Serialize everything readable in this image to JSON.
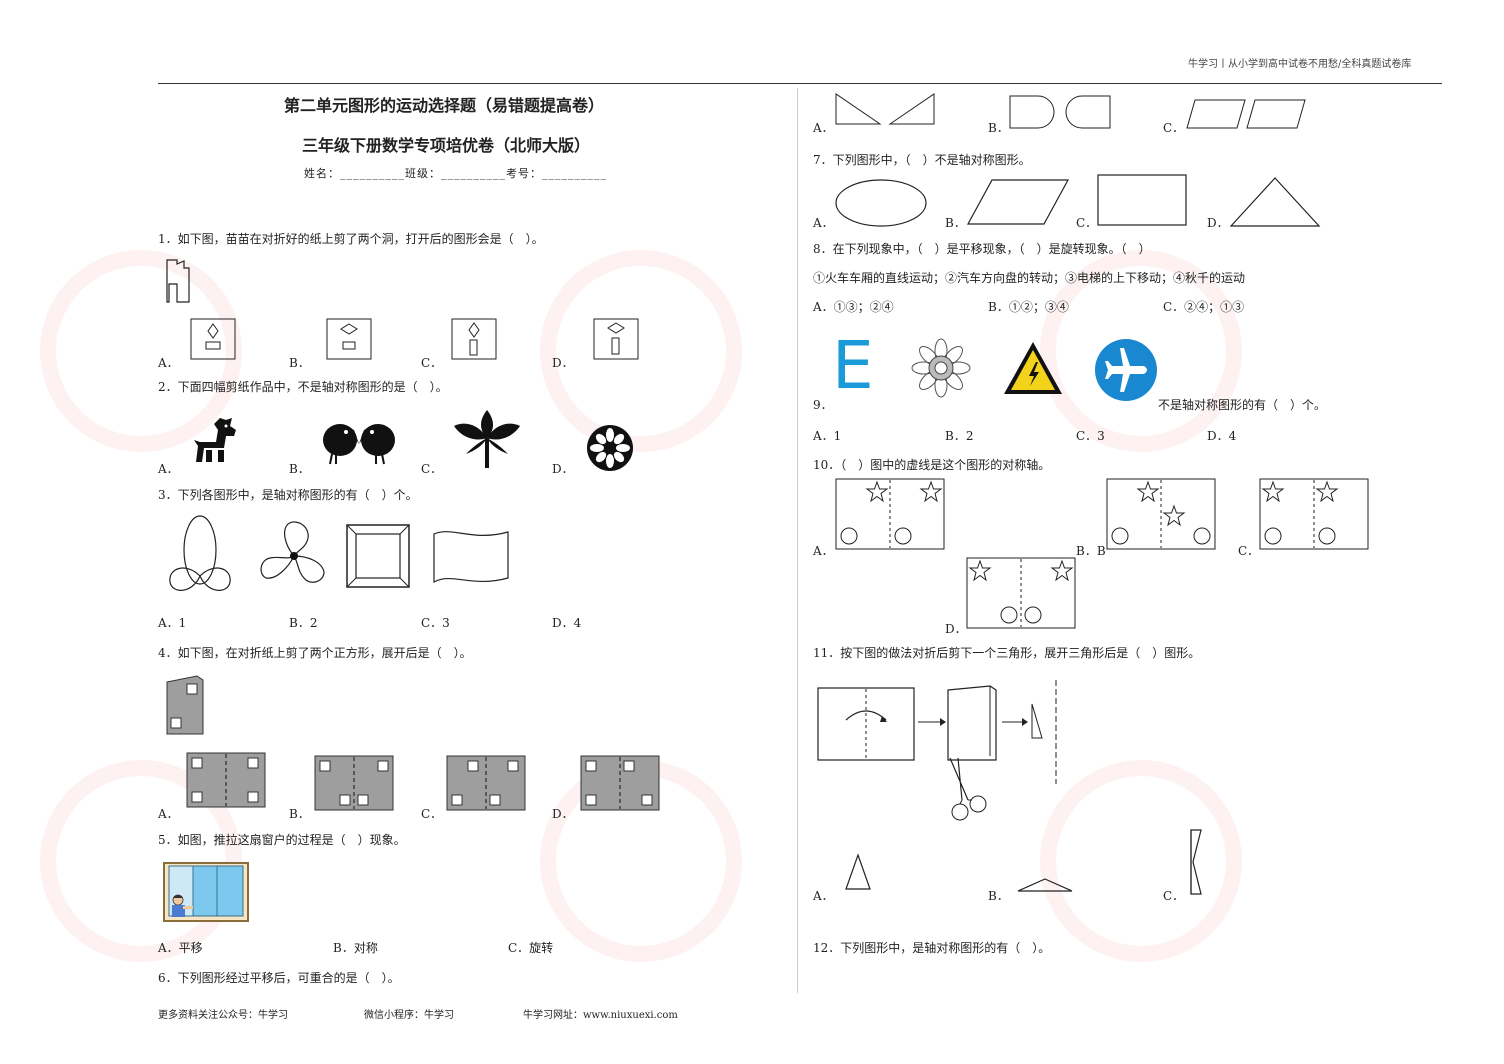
{
  "header": {
    "site_text": "牛学习丨从小学到高中试卷不用愁/全科真题试卷库"
  },
  "doc": {
    "title1": "第二单元图形的运动选择题（易错题提高卷）",
    "title2": "三年级下册数学专项培优卷（北师大版）",
    "info_line": "姓名：__________班级：__________考号：__________"
  },
  "questions": {
    "q1": {
      "text": "1．如下图，苗苗在对折好的纸上剪了两个洞，打开后的图形会是（　）。",
      "a": "A．",
      "b": "B．",
      "c": "C．",
      "d": "D．"
    },
    "q2": {
      "text": "2．下面四幅剪纸作品中，不是轴对称图形的是（　）。",
      "a": "A．",
      "b": "B．",
      "c": "C．",
      "d": "D．"
    },
    "q3": {
      "text": "3．下列各图形中，是轴对称图形的有（　）个。",
      "a": "A．1",
      "b": "B．2",
      "c": "C．3",
      "d": "D．4"
    },
    "q4": {
      "text": "4．如下图，在对折纸上剪了两个正方形，展开后是（　）。",
      "a": "A．",
      "b": "B．",
      "c": "C．",
      "d": "D．"
    },
    "q5": {
      "text": "5．如图，推拉这扇窗户的过程是（　）现象。",
      "a": "A．平移",
      "b": "B．对称",
      "c": "C．旋转"
    },
    "q6": {
      "text": "6．下列图形经过平移后，可重合的是（　）。",
      "a": "A．",
      "b": "B．",
      "c": "C．"
    },
    "q7": {
      "text": "7．下列图形中，（　）不是轴对称图形。",
      "a": "A．",
      "b": "B．",
      "c": "C．",
      "d": "D．"
    },
    "q8": {
      "text": "8．在下列现象中，（　）是平移现象，（　）是旋转现象。（　）",
      "items": "①火车车厢的直线运动；②汽车方向盘的转动；③电梯的上下移动；④秋千的运动",
      "a": "A．①③；②④",
      "b": "B．①②；③④",
      "c": "C．②④；①③"
    },
    "q9": {
      "num": "9．",
      "text": "不是轴对称图形的有（　）个。",
      "letter_e": "E",
      "a": "A．1",
      "b": "B．2",
      "c": "C．3",
      "d": "D．4"
    },
    "q10": {
      "text": "10．（　）图中的虚线是这个图形的对称轴。",
      "a": "A．",
      "b": "B．B",
      "c": "C．",
      "d": "D．"
    },
    "q11": {
      "text": "11．按下图的做法对折后剪下一个三角形，展开三角形后是（　）图形。",
      "a": "A．",
      "b": "B．",
      "c": "C．"
    },
    "q12": {
      "text": "12．下列图形中，是轴对称图形的有（　）。"
    }
  },
  "footer": {
    "public_account": "更多资料关注公众号：牛学习",
    "mini_program": "微信小程序：牛学习",
    "website": "牛学习网址：www.niuxuexi.com"
  },
  "colors": {
    "accent_blue": "#1a9ad6",
    "warning_yellow": "#f2d21b",
    "window_blue": "#7cc8ef",
    "gray_paper": "#9e9e9e"
  }
}
